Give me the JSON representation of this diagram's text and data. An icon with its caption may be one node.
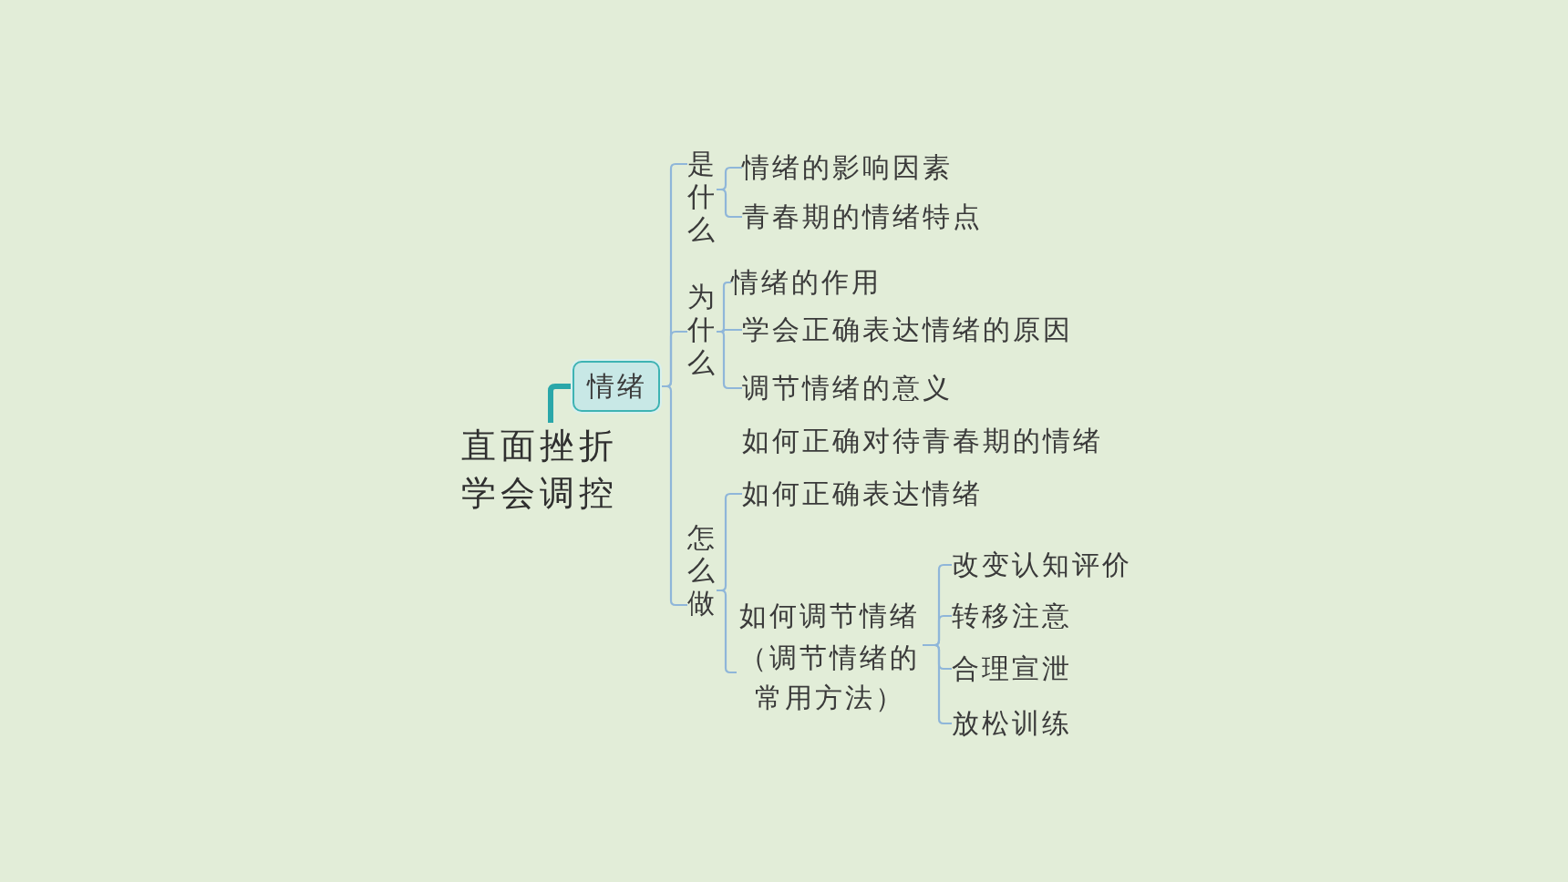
{
  "diagram": {
    "nodes": [
      {
        "text": [
          "直面挫折学会调控"
        ]
      },
      {
        "text": [
          "情绪"
        ]
      },
      {
        "text": [
          "是什么"
        ]
      },
      {
        "text": [
          "情绪的影响因素"
        ]
      },
      {
        "text": [
          "青春期的情绪特点"
        ]
      },
      {
        "text": [
          "为什么"
        ]
      },
      {
        "text": [
          "情绪的作用"
        ]
      },
      {
        "text": [
          "学会正确表达情绪的原因"
        ]
      },
      {
        "text": [
          "调节情绪的意义"
        ]
      },
      {
        "text": [
          "怎么做"
        ]
      },
      {
        "text": [
          "如何正确表达情绪"
        ]
      },
      {
        "text": [
          "如何调节情绪（调节情绪的常用方法）"
        ]
      },
      {
        "text": [
          "改变认知评价"
        ]
      },
      {
        "text": [
          "转移注意"
        ]
      },
      {
        "text": [
          "合理宣泄"
        ]
      },
      {
        "text": [
          "放松训练"
        ]
      }
    ],
    "edges": [
      {
        "from": 0,
        "to": 1,
        "arrow": "none",
        "style": "thick",
        "color": "#2aa7a9"
      },
      {
        "from": 1,
        "to": 2,
        "arrow": "none"
      },
      {
        "from": 1,
        "to": 5,
        "arrow": "none"
      },
      {
        "from": 1,
        "to": 9,
        "arrow": "none"
      },
      {
        "from": 2,
        "to": 3,
        "arrow": "none"
      },
      {
        "from": 2,
        "to": 4,
        "arrow": "none"
      },
      {
        "from": 5,
        "to": 6,
        "arrow": "none"
      },
      {
        "from": 5,
        "to": 7,
        "arrow": "none"
      },
      {
        "from": 5,
        "to": 8,
        "arrow": "none"
      },
      {
        "from": 9,
        "to": 10,
        "arrow": "none"
      },
      {
        "from": 9,
        "to": 11,
        "arrow": "none"
      },
      {
        "from": 11,
        "to": 12,
        "arrow": "none"
      },
      {
        "from": 11,
        "to": 13,
        "arrow": "none"
      },
      {
        "from": 11,
        "to": 14,
        "arrow": "none"
      },
      {
        "from": 11,
        "to": 15,
        "arrow": "none"
      }
    ],
    "labels": [
      "如何正确对待青春期的情绪"
    ]
  }
}
